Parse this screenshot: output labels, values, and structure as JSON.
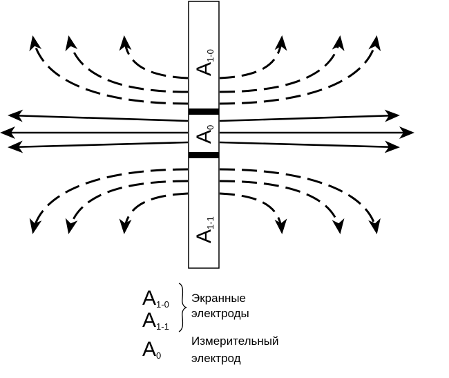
{
  "electrodes": {
    "screen_upper": {
      "main": "A",
      "sub": "1-0"
    },
    "measuring": {
      "main": "A",
      "sub": "0"
    },
    "screen_lower": {
      "main": "A",
      "sub": "1-1"
    }
  },
  "legend": {
    "screen_upper": {
      "main": "A",
      "sub": "1-0"
    },
    "screen_lower": {
      "main": "A",
      "sub": "1-1"
    },
    "screen_desc_line1": "Экранные",
    "screen_desc_line2": "электроды",
    "measuring": {
      "main": "A",
      "sub": "0"
    },
    "measuring_desc_line1": "Измерительный",
    "measuring_desc_line2": "электрод"
  }
}
